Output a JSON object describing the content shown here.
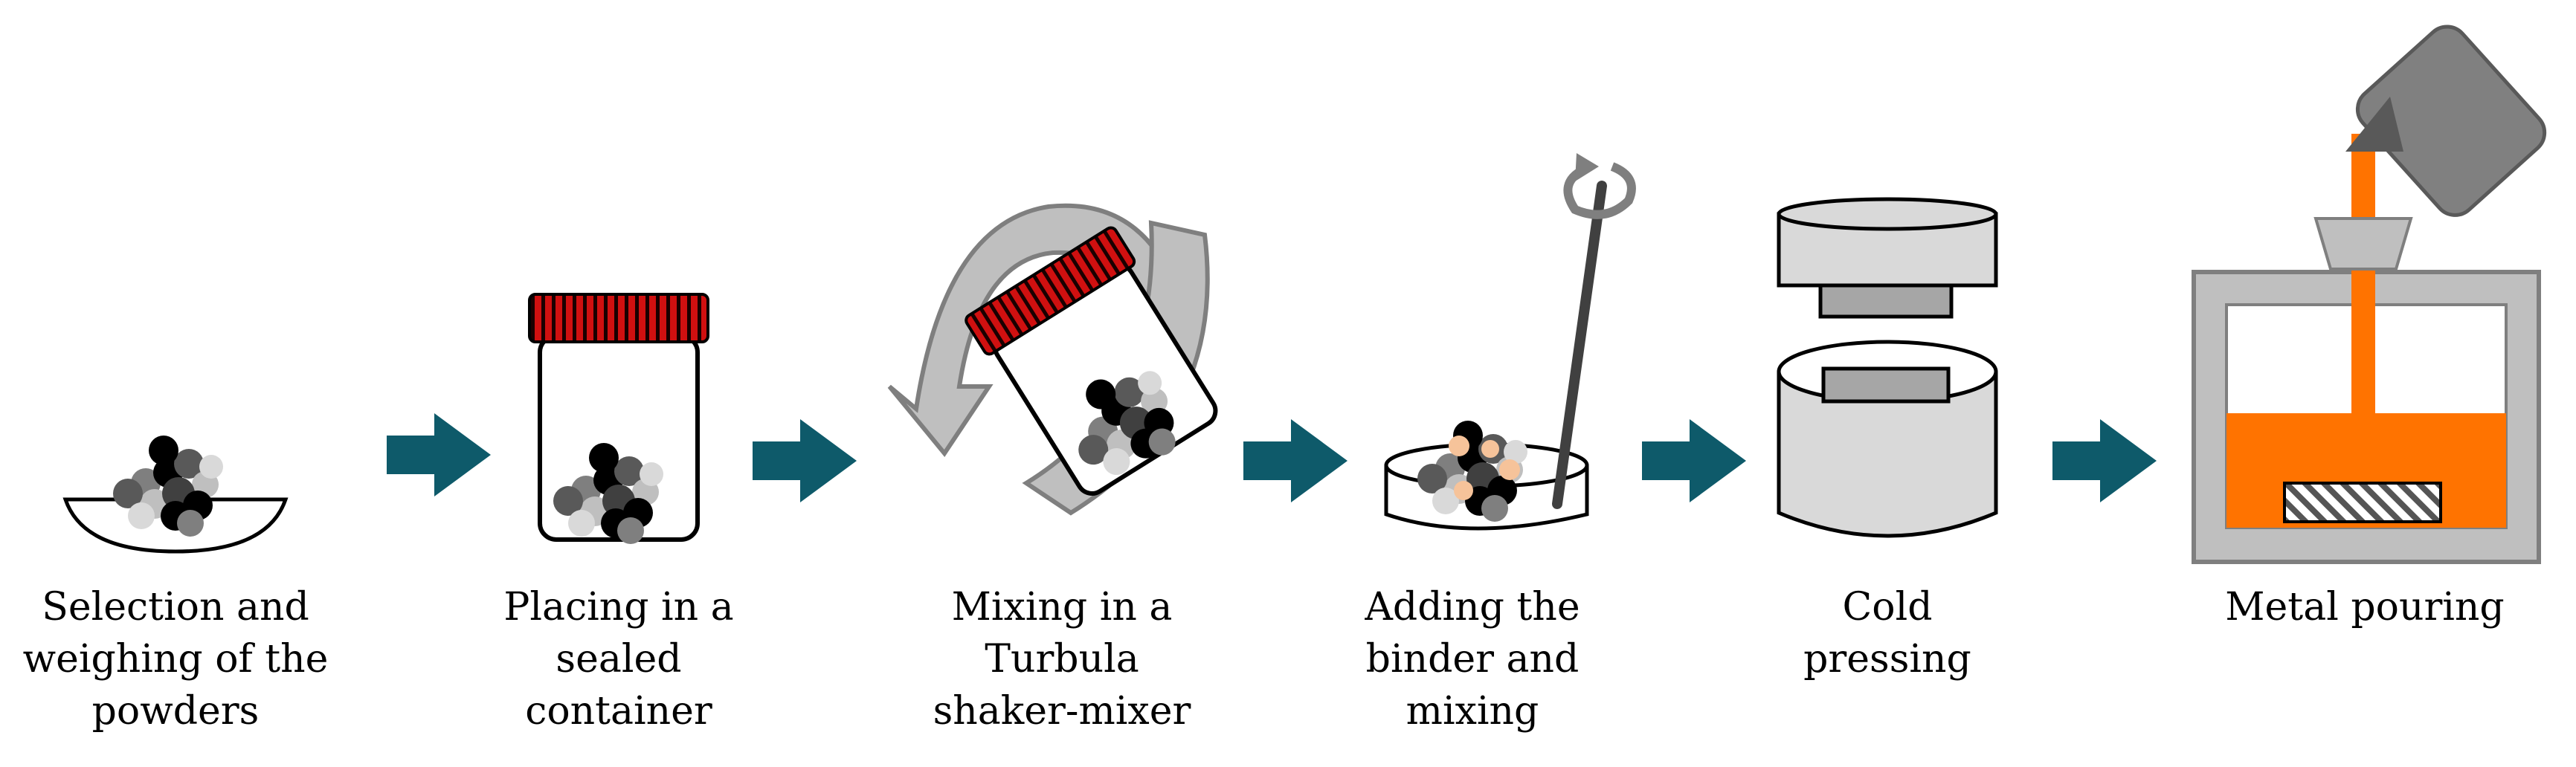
{
  "steps": [
    {
      "lines": [
        "Selection and",
        "weighing of the",
        "powders"
      ]
    },
    {
      "lines": [
        "Placing in a",
        "sealed",
        "container"
      ]
    },
    {
      "lines": [
        "Mixing in a",
        "Turbula",
        "shaker-mixer"
      ]
    },
    {
      "lines": [
        "Adding the",
        "binder and",
        "mixing"
      ]
    },
    {
      "lines": [
        "Cold",
        "pressing"
      ]
    },
    {
      "lines": [
        "Metal pouring"
      ]
    }
  ],
  "colors": {
    "arrow": "#0e5a6a",
    "cap_red": "#d01010",
    "melt_orange": "#ff7300",
    "mold_gray": "#bfbfbf",
    "light_gray": "#d9d9d9",
    "dark_gray": "#7f7f7f",
    "binder_peach": "#f6c39a"
  }
}
